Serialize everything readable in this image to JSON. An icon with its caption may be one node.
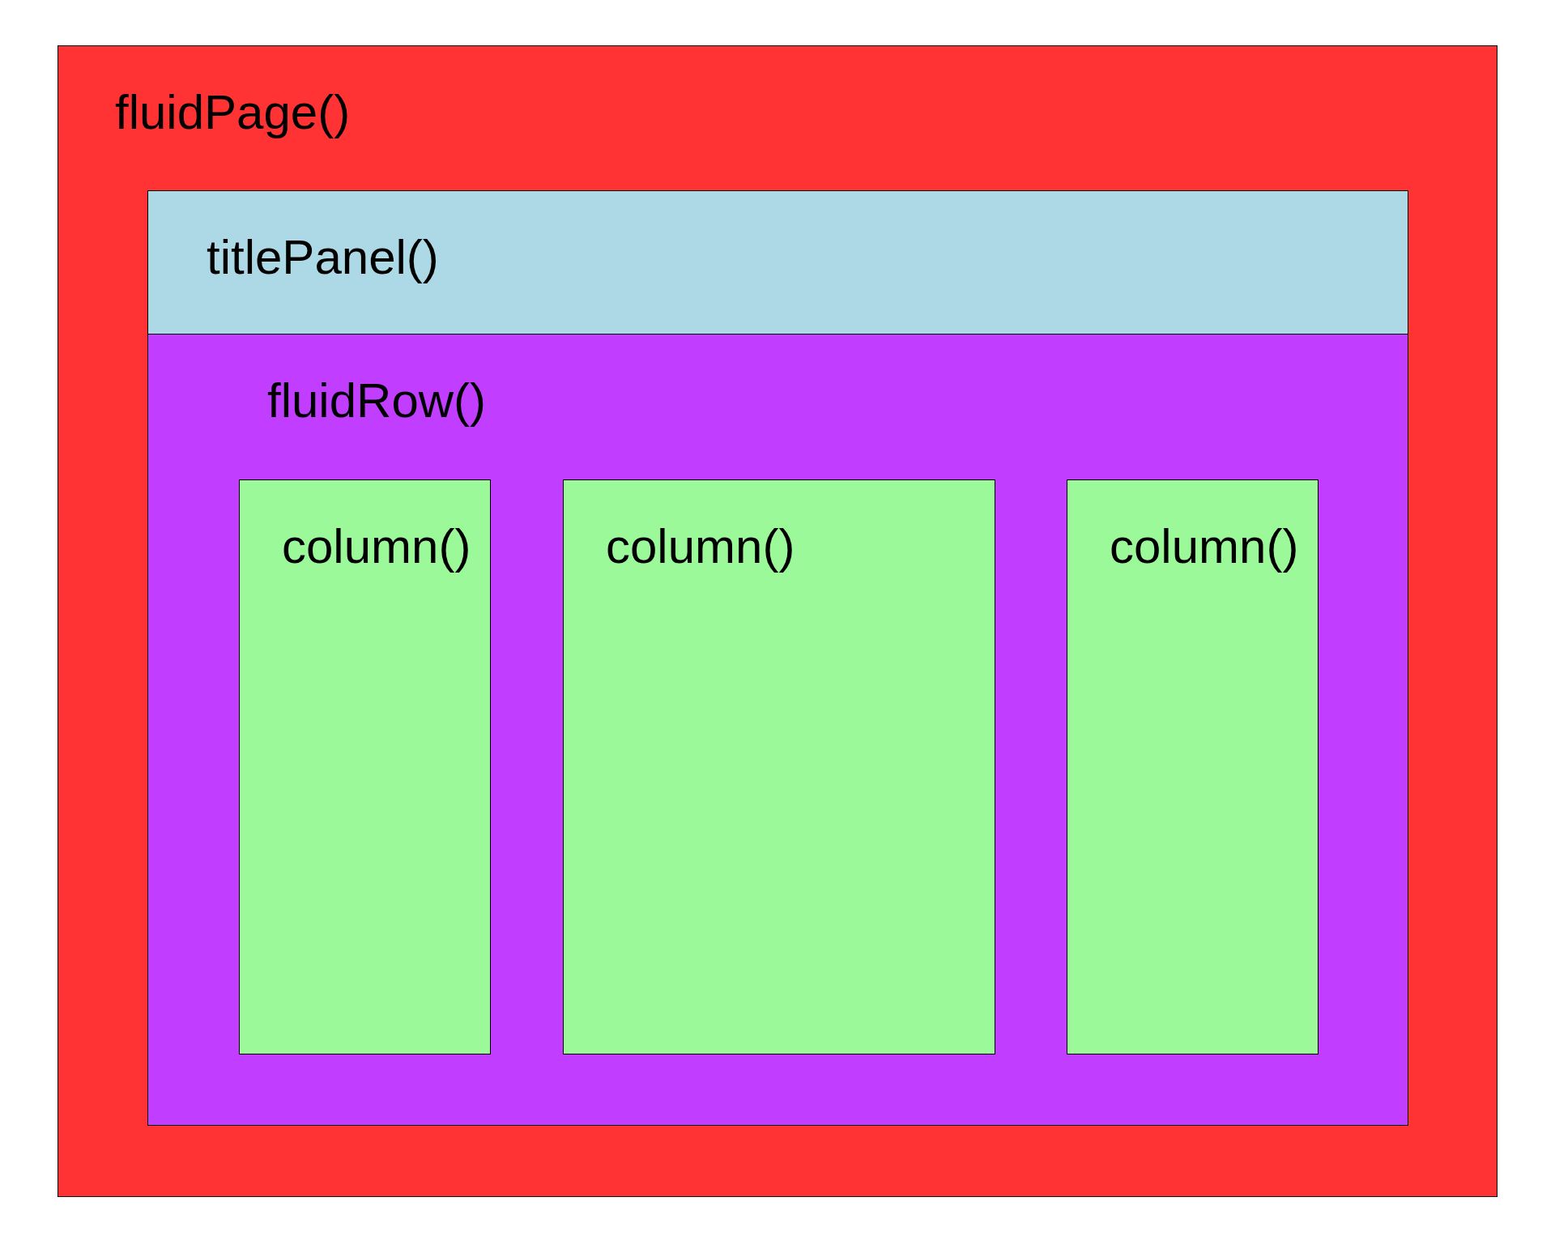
{
  "diagram": {
    "nodes": [
      {
        "text": [
          "fluidPage()"
        ]
      },
      {
        "text": [
          "titlePanel()"
        ],
        "in": 0
      },
      {
        "text": [
          "fluidRow()"
        ],
        "in": 0
      },
      {
        "text": [
          "column()"
        ],
        "in": 2
      },
      {
        "text": [
          "column()"
        ],
        "in": 2
      },
      {
        "text": [
          "column()"
        ],
        "in": 2
      }
    ]
  }
}
